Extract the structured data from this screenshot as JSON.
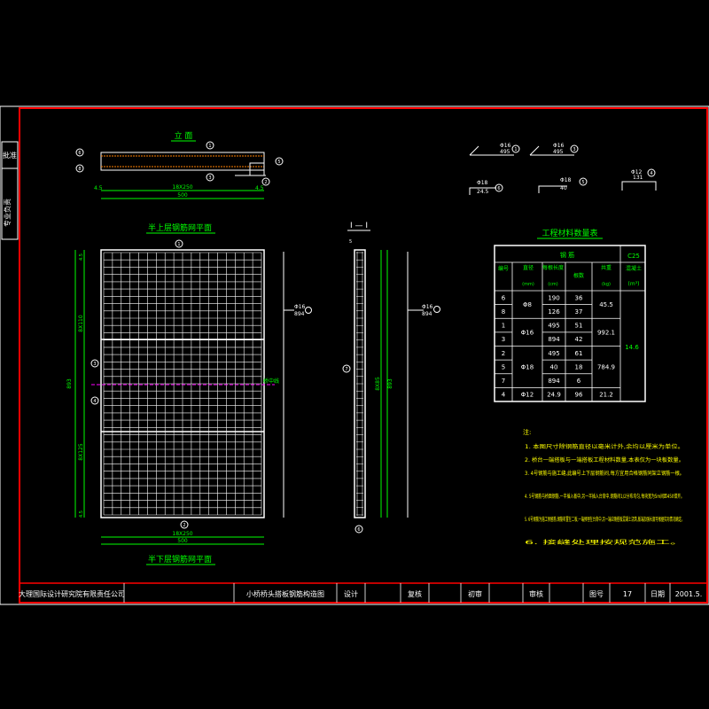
{
  "side_tabs": [
    "批准",
    "专业负责"
  ],
  "views": {
    "elevation_title": "立 面",
    "top_plan_title": "半上层钢筋网平面",
    "bottom_plan_title": "半下层钢筋网平面",
    "section_title": "I — I"
  },
  "elevation": {
    "dim_total": "500",
    "dim_mid": "18X250",
    "dim_left": "4.5",
    "dim_right": "4.5",
    "circles": [
      "6",
      "8",
      "1",
      "3",
      "5",
      "2"
    ]
  },
  "plan": {
    "dim_height": "893",
    "dim_upper": "8X110",
    "dim_lower": "8X125",
    "dim_top": "4.5",
    "dim_bottom": "4.5",
    "dim_width": "500",
    "dim_mid_w": "18X250",
    "side_label": "桥中线",
    "bar_label_1": "Φ16",
    "bar_label_2": "894",
    "circles": [
      "1",
      "2",
      "3",
      "4"
    ]
  },
  "section": {
    "dim_top": "5",
    "dim_total": "893",
    "dim_mid": "8X85",
    "bar_label_1": "Φ16",
    "bar_label_2": "894",
    "circles": [
      "7",
      "6"
    ]
  },
  "bar_shapes": [
    {
      "mark": "1",
      "dia": "Φ16",
      "len": "495"
    },
    {
      "mark": "3",
      "dia": "Φ16",
      "len": "495"
    },
    {
      "mark": "6",
      "dia": "Φ18",
      "len": "24.5"
    },
    {
      "mark": "5",
      "dia": "Φ18",
      "len": "40"
    },
    {
      "mark": "4",
      "dia": "Φ12",
      "len": "131"
    }
  ],
  "table": {
    "title": "工程材料数量表",
    "group_header": "钢 筋",
    "concrete_header": "C25",
    "concrete_sub": "混凝土",
    "concrete_unit": "(m³)",
    "headers": [
      "编号",
      "直径",
      "每根长度",
      "根数",
      "共重"
    ],
    "units": [
      "",
      "(mm)",
      "(cm)",
      "",
      "(kg)"
    ],
    "rows": [
      [
        "6",
        "Φ8",
        "190",
        "36",
        "45.5"
      ],
      [
        "8",
        "",
        "126",
        "37",
        ""
      ],
      [
        "1",
        "Φ16",
        "495",
        "51",
        "992.1"
      ],
      [
        "3",
        "",
        "894",
        "42",
        ""
      ],
      [
        "2",
        "Φ18",
        "495",
        "61",
        "784.9"
      ],
      [
        "5",
        "",
        "40",
        "18",
        ""
      ],
      [
        "7",
        "",
        "894",
        "6",
        ""
      ],
      [
        "4",
        "Φ12",
        "24.9",
        "96",
        "21.2"
      ]
    ],
    "concrete_value": "14.6"
  },
  "notes": {
    "heading": "注:",
    "items": [
      "1. 本图尺寸除钢筋直径以毫米计外,余均以厘米为单位。",
      "2. 桥台一端搭板与一端搭板工程材料数量,本表仅为一块板数量。",
      "3. 4号钢筋与施工缝,此编号上下层钢筋间,每方宜用合格钢筋同架立钢筋一根。",
      "4. 5号钢筋与桥面钢筋,一半插入板中,另一半插入台背中,钢筋间1/2分布均匀,每块宽为5m间距450错开。",
      "5. 6号钢筋为施工预留筋,钢筋布置在二板,一端预埋在台背中,另一端应随搭板混凝土浇筑,板端加强长度可根据实际情况确定。",
      "6. 接缝处理按规范施工。"
    ]
  },
  "title_block": {
    "company": "大理国际设计研究院有限责任公司",
    "drawing_name": "小桥桥头搭板钢筋构造图",
    "design": "设计",
    "recheck": "复核",
    "review": "初审",
    "approve": "审核",
    "drawing_no_label": "图号",
    "drawing_no": "17",
    "date_label": "日期",
    "date": "2001.5."
  },
  "colors": {
    "frame": "#ff0000",
    "line": "#ffffff",
    "dim": "#00ff00",
    "title": "#00ff00",
    "circle": "#ffff66",
    "rebar": "#ffffff"
  }
}
